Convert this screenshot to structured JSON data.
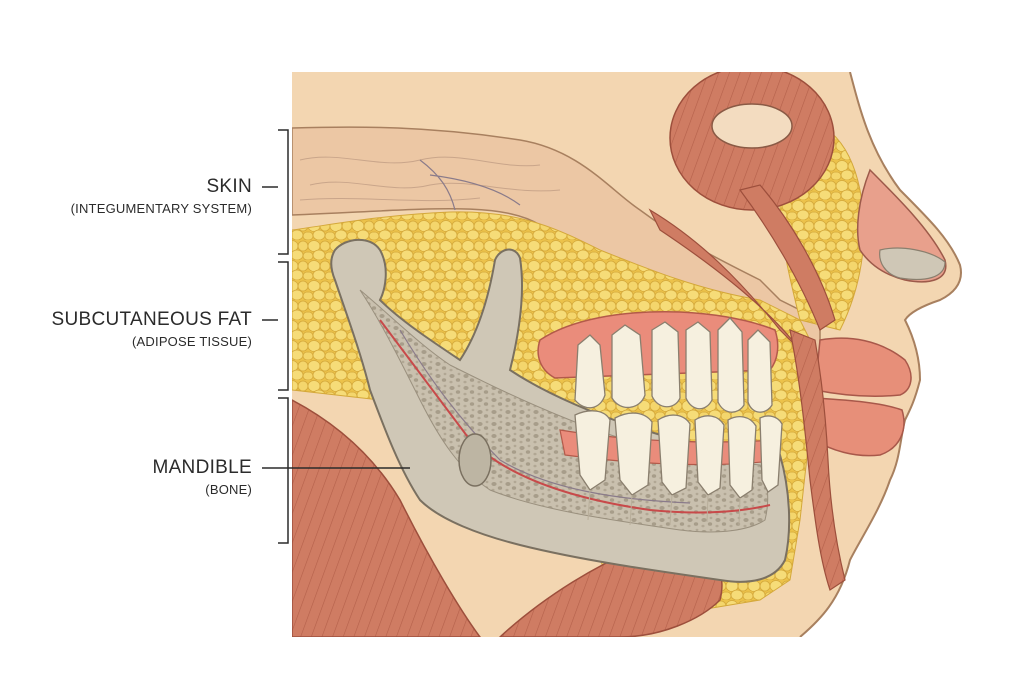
{
  "labels": {
    "skin": {
      "title": "SKIN",
      "subtitle": "(INTEGUMENTARY SYSTEM)"
    },
    "fat": {
      "title": "SUBCUTANEOUS FAT",
      "subtitle": "(ADIPOSE TISSUE)"
    },
    "mandible": {
      "title": "MANDIBLE",
      "subtitle": "(BONE)"
    }
  },
  "colors": {
    "background": "#f3d6b1",
    "skin": "#efcaa4",
    "fat": "#f1cd5a",
    "fat_globule": "#f6dc78",
    "bone": "#cfc7b6",
    "bone_marrow": "#b6ad9c",
    "muscle": "#cf7c63",
    "gum": "#e88a78",
    "tooth": "#f6f0df",
    "outline": "#7a5a45",
    "nerve": "#c84a4a",
    "label_text": "#2b2b2b"
  }
}
